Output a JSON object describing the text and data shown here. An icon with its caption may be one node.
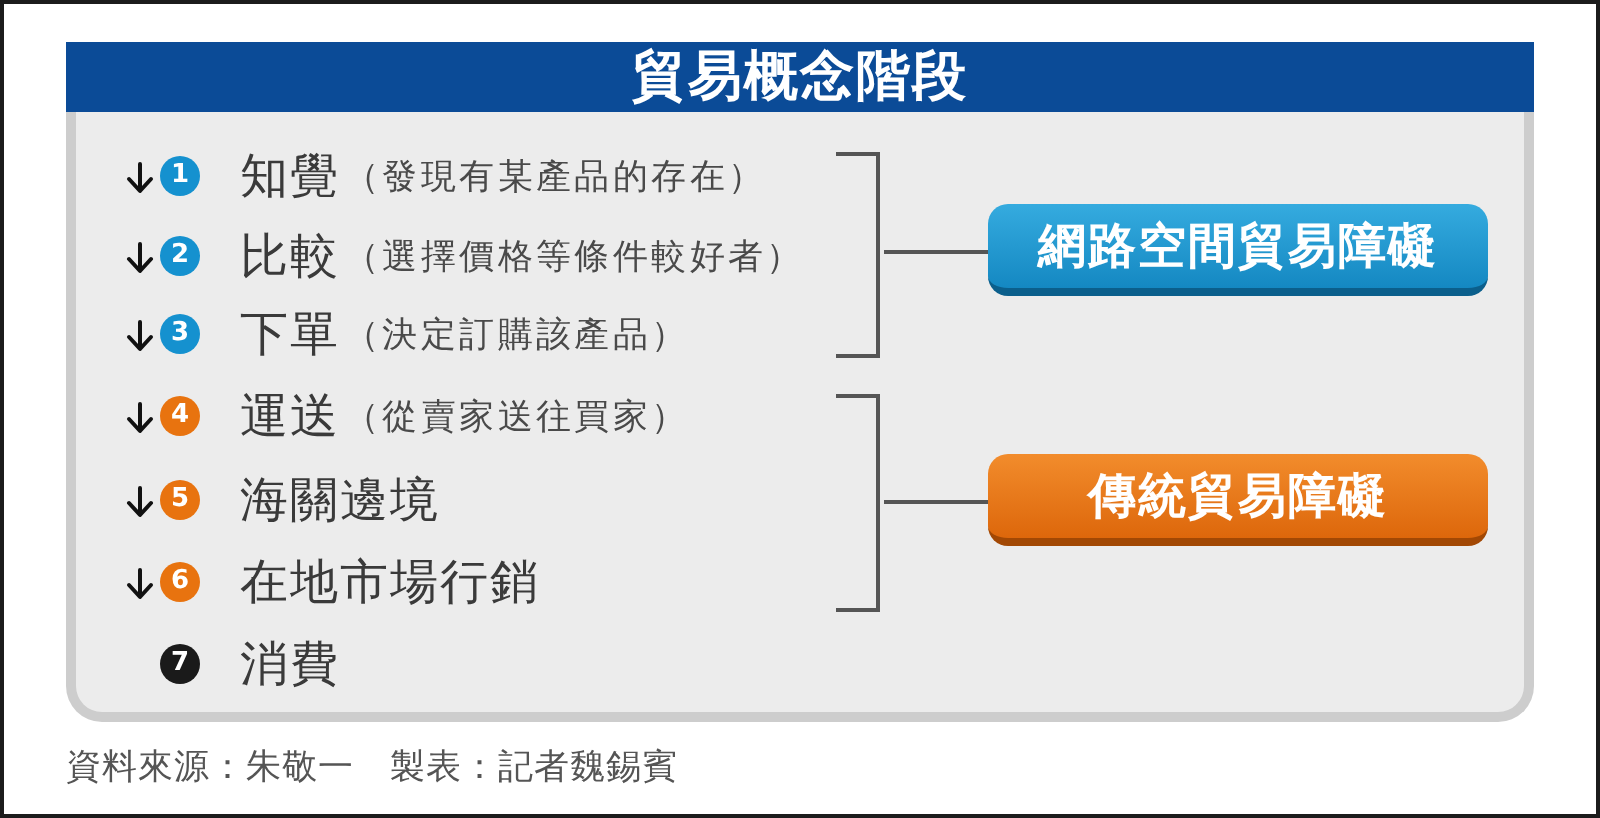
{
  "diagram": {
    "title": "貿易概念階段",
    "nodes": [
      {
        "text": [
          "1",
          "知覺",
          "（發現有某產品的存在）"
        ]
      },
      {
        "text": [
          "2",
          "比較",
          "（選擇價格等條件較好者）"
        ]
      },
      {
        "text": [
          "3",
          "下單",
          "（決定訂購該產品）"
        ]
      },
      {
        "text": [
          "4",
          "運送",
          "（從賣家送往買家）"
        ]
      },
      {
        "text": [
          "5",
          "海關邊境"
        ]
      },
      {
        "text": [
          "6",
          "在地市場行銷"
        ]
      },
      {
        "text": [
          "7",
          "消費"
        ]
      },
      {
        "text": [],
        "shape": "bracket"
      },
      {
        "text": [
          "網路空間貿易障礙"
        ]
      },
      {
        "text": [],
        "shape": "bracket"
      },
      {
        "text": [
          "傳統貿易障礙"
        ]
      }
    ],
    "edges": [
      {
        "from": 7,
        "to": 8,
        "arrow": "none"
      },
      {
        "from": 9,
        "to": 10,
        "arrow": "none"
      }
    ],
    "caption": "資料來源：朱敬一　製表：記者魏錫賓"
  }
}
